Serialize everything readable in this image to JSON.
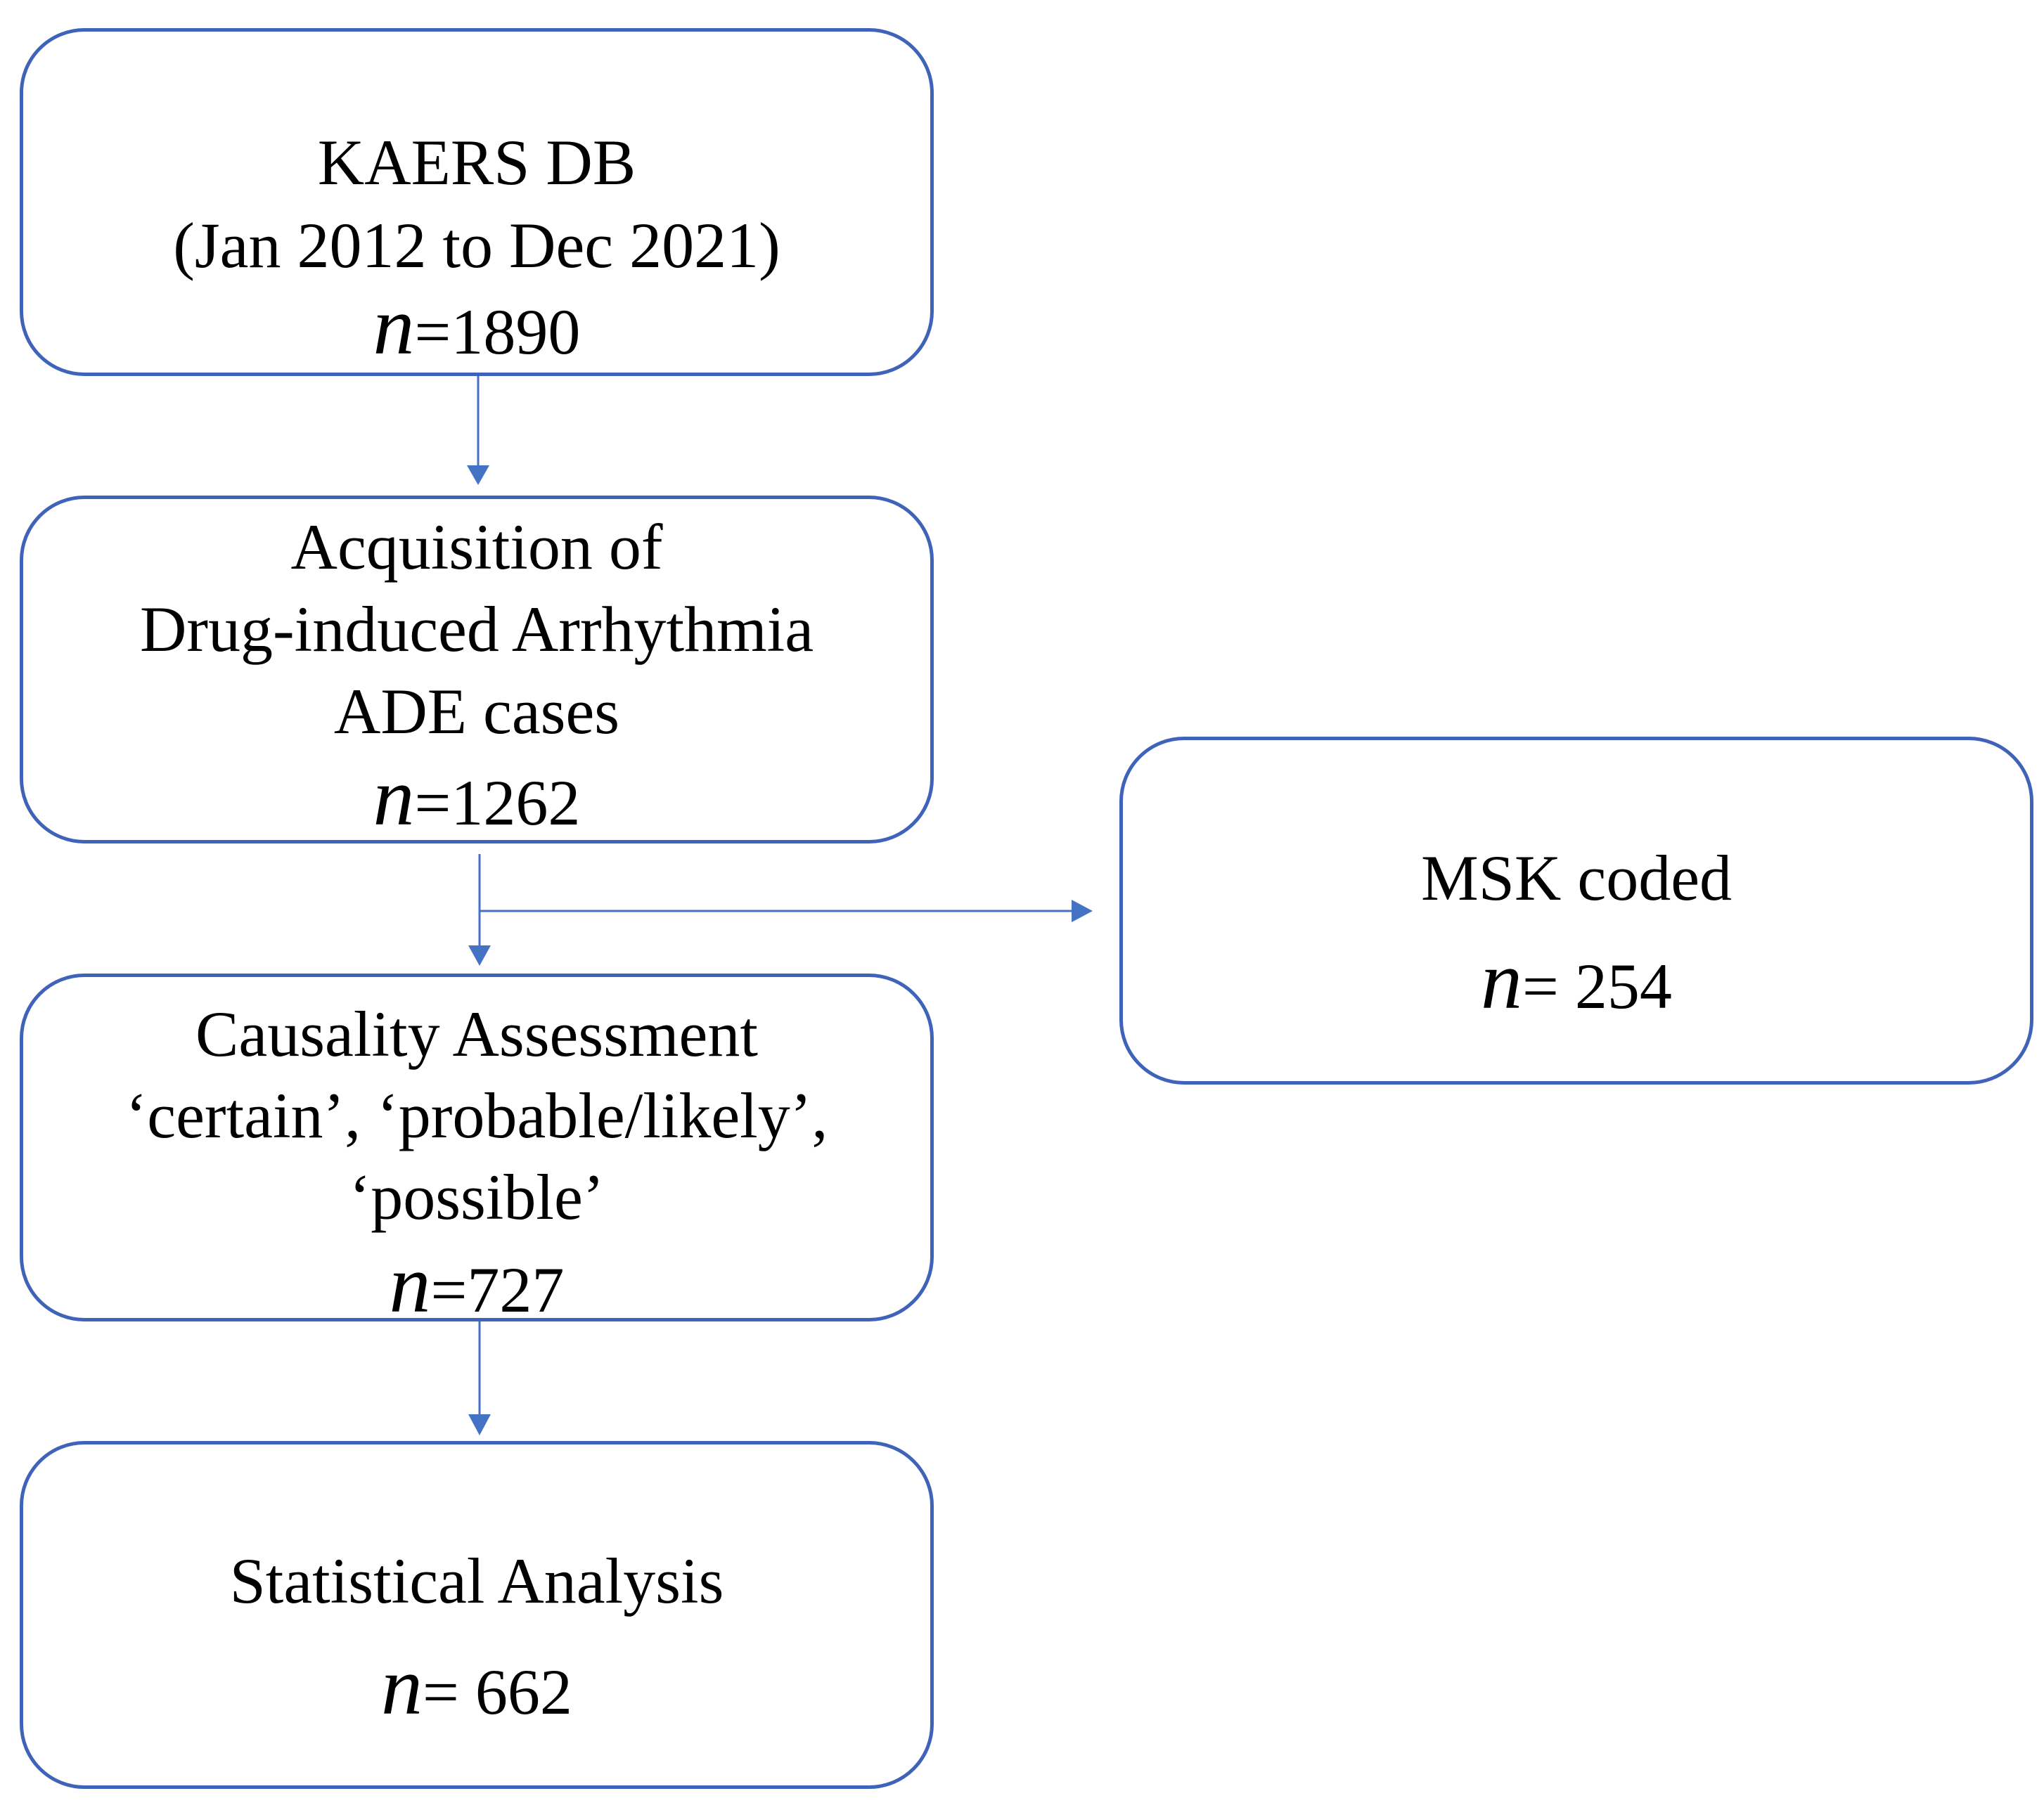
{
  "colors": {
    "box_border": "#3e63b8",
    "arrow": "#4472c4",
    "text": "#000000",
    "background": "#ffffff"
  },
  "boxes": {
    "kaers": {
      "line1": "KAERS DB",
      "line2": "(Jan 2012 to Dec 2021)",
      "n_var": "n",
      "n_value": "=1890"
    },
    "acquisition": {
      "line1": "Acquisition of",
      "line2": "Drug-induced Arrhythmia",
      "line3": "ADE cases",
      "n_var": "n",
      "n_value": "=1262"
    },
    "causality": {
      "line1": "Causality Assessment",
      "line2": "‘certain’, ‘probable/likely’,",
      "line3": "‘possible’",
      "n_var": "n",
      "n_value": "=727"
    },
    "statistical": {
      "line1": "Statistical Analysis",
      "n_var": "n",
      "n_value": "= 662"
    },
    "msk": {
      "line1": "MSK coded",
      "n_var": "n",
      "n_value": "= 254"
    }
  }
}
